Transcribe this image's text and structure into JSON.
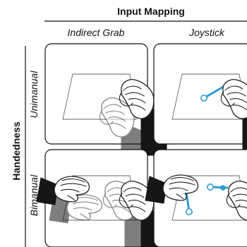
{
  "header": {
    "title": "Input Mapping",
    "columns": [
      "Indirect Grab",
      "Joystick"
    ]
  },
  "side": {
    "title": "Handedness",
    "rows": [
      "Unimanual",
      "Bimanual"
    ]
  },
  "colors": {
    "joystick": "#2f9bd3",
    "sleeve": "#161616",
    "ghost_hand": "#bdbdbd",
    "panel_border": "#111111"
  },
  "panels": [
    {
      "row": "Unimanual",
      "column": "Indirect Grab",
      "icons": [
        "hand-icon",
        "ghost-hand-icon"
      ]
    },
    {
      "row": "Unimanual",
      "column": "Joystick",
      "icons": [
        "hand-icon",
        "joystick-icon"
      ]
    },
    {
      "row": "Bimanual",
      "column": "Indirect Grab",
      "icons": [
        "left-hand-icon",
        "right-hand-icon",
        "ghost-hand-icon"
      ]
    },
    {
      "row": "Bimanual",
      "column": "Joystick",
      "icons": [
        "left-hand-icon",
        "right-hand-icon",
        "joystick-icon"
      ]
    }
  ]
}
